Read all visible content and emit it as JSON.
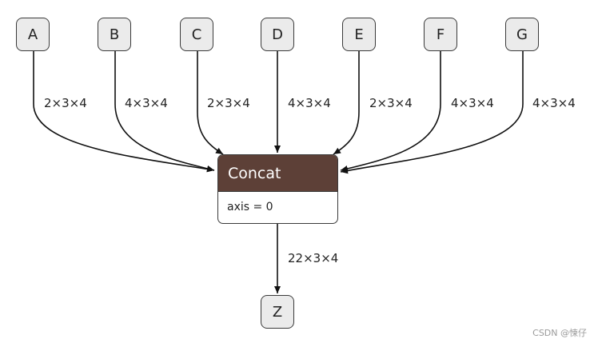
{
  "inputs": [
    {
      "name": "A",
      "shape": "2×3×4"
    },
    {
      "name": "B",
      "shape": "4×3×4"
    },
    {
      "name": "C",
      "shape": "2×3×4"
    },
    {
      "name": "D",
      "shape": "4×3×4"
    },
    {
      "name": "E",
      "shape": "2×3×4"
    },
    {
      "name": "F",
      "shape": "4×3×4"
    },
    {
      "name": "G",
      "shape": "4×3×4"
    }
  ],
  "operator": {
    "title": "Concat",
    "attribute": "axis = 0",
    "header_color": "#5d4037"
  },
  "output": {
    "name": "Z",
    "shape": "22×3×4"
  },
  "watermark": "CSDN @悚仔"
}
